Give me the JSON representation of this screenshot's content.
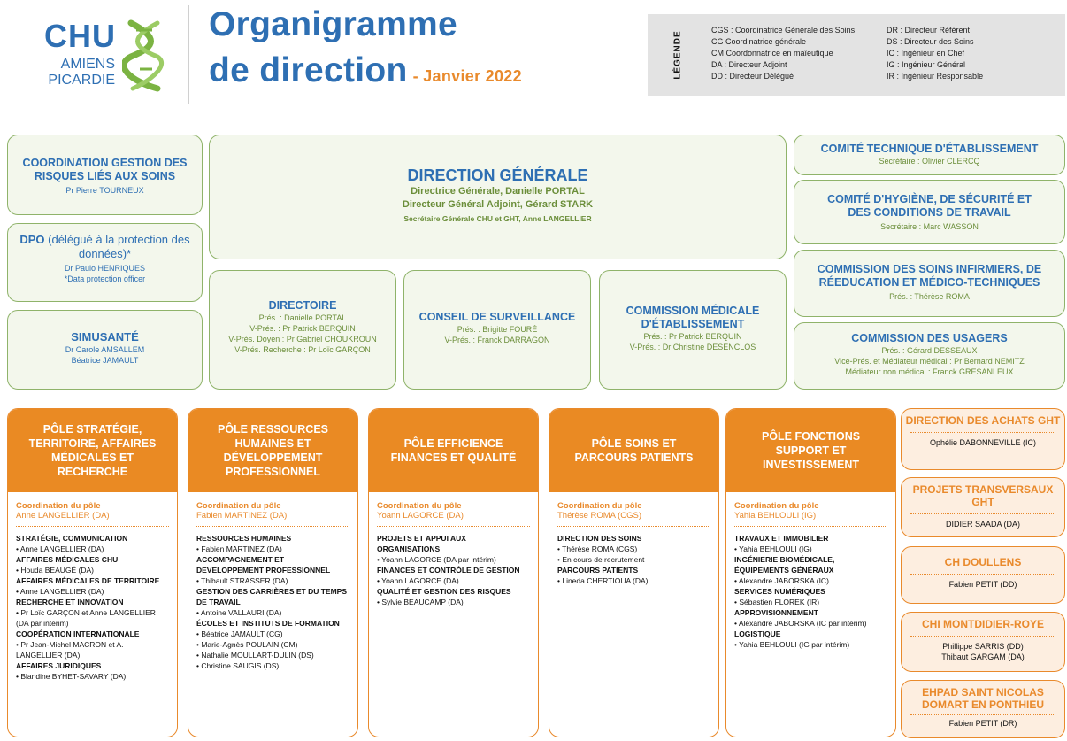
{
  "header": {
    "logo_chu": "CHU",
    "logo_amiens": "AMIENS",
    "logo_picardie": "PICARDIE",
    "title_line1": "Organigramme",
    "title_line2": "de direction",
    "date": "- Janvier 2022"
  },
  "legend": {
    "tag": "LÉGENDE",
    "col1": [
      "CGS : Coordinatrice Générale des Soins",
      "CG Coordinatrice générale",
      "CM Coordonnatrice en maïeutique",
      "DA : Directeur Adjoint",
      "DD : Directeur Délégué"
    ],
    "col2": [
      "DR : Directeur Référent",
      "DS : Directeur des Soins",
      "IC : Ingénieur en Chef",
      "IG : Ingénieur Général",
      "IR : Ingénieur Responsable"
    ]
  },
  "colors": {
    "blue": "#2e6fb3",
    "green_border": "#8fb36a",
    "green_fill": "#f3f7ec",
    "orange": "#ea8a23",
    "orange_light": "#fdeee0"
  },
  "governance": {
    "coordination": {
      "title": "COORDINATION GESTION DES RISQUES LIÉS AUX SOINS",
      "name": "Pr Pierre TOURNEUX"
    },
    "dpo": {
      "title_bold": "DPO",
      "title_rest": " (délégué à la protection des données)*",
      "name": "Dr Paulo HENRIQUES",
      "note": "*Data protection officer"
    },
    "simusante": {
      "title": "SIMUSANTÉ",
      "names": [
        "Dr Carole AMSALLEM",
        "Béatrice JAMAULT"
      ]
    },
    "direction": {
      "title": "DIRECTION GÉNÉRALE",
      "lines": [
        "Directrice Générale, Danielle PORTAL",
        "Directeur Général Adjoint, Gérard STARK"
      ],
      "secretary": "Secrétaire Générale CHU et GHT, Anne LANGELLIER"
    },
    "directoire": {
      "title": "DIRECTOIRE",
      "lines": [
        "Prés. : Danielle PORTAL",
        "V-Prés. : Pr Patrick BERQUIN",
        "V-Prés. Doyen : Pr Gabriel CHOUKROUN",
        "V-Prés. Recherche : Pr Loïc GARÇON"
      ]
    },
    "conseil": {
      "title": "CONSEIL DE SURVEILLANCE",
      "lines": [
        "Prés. : Brigitte FOURÉ",
        "V-Prés. : Franck DARRAGON"
      ]
    },
    "cme": {
      "title": "COMMISSION MÉDICALE D'ÉTABLISSEMENT",
      "lines": [
        "Prés. : Pr Patrick BERQUIN",
        "V-Prés. : Dr Christine DESENCLOS"
      ]
    },
    "cte": {
      "title": "COMITÉ TECHNIQUE D'ÉTABLISSEMENT",
      "lines": [
        "Secrétaire : Olivier CLERCQ"
      ]
    },
    "chsct": {
      "title": "COMITÉ D'HYGIÈNE, DE SÉCURITÉ ET DES CONDITIONS DE TRAVAIL",
      "lines": [
        "Secrétaire : Marc WASSON"
      ]
    },
    "csirmt": {
      "title": "COMMISSION DES SOINS INFIRMIERS, DE RÉEDUCATION ET MÉDICO-TECHNIQUES",
      "lines": [
        "Prés. : Thérèse ROMA"
      ]
    },
    "cdu": {
      "title": "COMMISSION DES USAGERS",
      "lines": [
        "Prés. : Gérard DESSEAUX",
        "Vice-Prés. et Médiateur médical : Pr Bernard NEMITZ",
        "Médiateur non médical : Franck GRESANLEUX"
      ]
    }
  },
  "poles": [
    {
      "title": "PÔLE STRATÉGIE, TERRITOIRE, AFFAIRES MÉDICALES ET RECHERCHE",
      "coord_label": "Coordination du pôle",
      "coord_name": "Anne LANGELLIER (DA)",
      "entries": [
        {
          "h": true,
          "t": "STRATÉGIE, COMMUNICATION"
        },
        {
          "h": false,
          "t": "• Anne LANGELLIER (DA)"
        },
        {
          "h": true,
          "t": "AFFAIRES MÉDICALES CHU"
        },
        {
          "h": false,
          "t": "• Houda BEAUGÉ (DA)"
        },
        {
          "h": true,
          "t": "AFFAIRES MÉDICALES DE TERRITOIRE"
        },
        {
          "h": false,
          "t": "• Anne LANGELLIER (DA)"
        },
        {
          "h": true,
          "t": "RECHERCHE ET INNOVATION"
        },
        {
          "h": false,
          "t": "• Pr Loïc GARÇON et Anne LANGELLIER (DA par intérim)"
        },
        {
          "h": true,
          "t": "COOPÉRATION INTERNATIONALE"
        },
        {
          "h": false,
          "t": "• Pr Jean-Michel MACRON et A. LANGELLIER (DA)"
        },
        {
          "h": true,
          "t": "AFFAIRES JURIDIQUES"
        },
        {
          "h": false,
          "t": "• Blandine BYHET-SAVARY (DA)"
        }
      ]
    },
    {
      "title": "PÔLE RESSOURCES HUMAINES ET DÉVELOPPEMENT PROFESSIONNEL",
      "coord_label": "Coordination du pôle",
      "coord_name": "Fabien MARTINEZ (DA)",
      "entries": [
        {
          "h": true,
          "t": "RESSOURCES HUMAINES"
        },
        {
          "h": false,
          "t": "• Fabien MARTINEZ (DA)"
        },
        {
          "h": true,
          "t": "ACCOMPAGNEMENT ET DEVELOPPEMENT PROFESSIONNEL"
        },
        {
          "h": false,
          "t": "• Thibault STRASSER (DA)"
        },
        {
          "h": true,
          "t": "GESTION DES CARRIÈRES ET DU TEMPS DE TRAVAIL"
        },
        {
          "h": false,
          "t": "• Antoine VALLAURI (DA)"
        },
        {
          "h": true,
          "t": "ÉCOLES ET INSTITUTS DE FORMATION"
        },
        {
          "h": false,
          "t": "• Béatrice JAMAULT (CG)"
        },
        {
          "h": false,
          "t": "• Marie-Agnès POULAIN (CM)"
        },
        {
          "h": false,
          "t": "• Nathalie MOULLART-DULIN (DS)"
        },
        {
          "h": false,
          "t": "• Christine SAUGIS (DS)"
        }
      ]
    },
    {
      "title": "PÔLE EFFICIENCE FINANCES ET QUALITÉ",
      "coord_label": "Coordination du pôle",
      "coord_name": "Yoann LAGORCE (DA)",
      "entries": [
        {
          "h": true,
          "t": "PROJETS ET APPUI AUX ORGANISATIONS"
        },
        {
          "h": false,
          "t": "• Yoann LAGORCE (DA par intérim)"
        },
        {
          "h": true,
          "t": "FINANCES ET CONTRÔLE DE GESTION"
        },
        {
          "h": false,
          "t": "• Yoann LAGORCE (DA)"
        },
        {
          "h": true,
          "t": "QUALITÉ ET GESTION DES RISQUES"
        },
        {
          "h": false,
          "t": "• Sylvie BEAUCAMP (DA)"
        }
      ]
    },
    {
      "title": "PÔLE SOINS ET PARCOURS PATIENTS",
      "coord_label": "Coordination du pôle",
      "coord_name": "Thérèse ROMA (CGS)",
      "entries": [
        {
          "h": true,
          "t": "DIRECTION DES SOINS"
        },
        {
          "h": false,
          "t": "• Thérèse ROMA (CGS)"
        },
        {
          "h": false,
          "t": "• En cours de recrutement"
        },
        {
          "h": true,
          "t": "PARCOURS PATIENTS"
        },
        {
          "h": false,
          "t": "• Lineda CHERTIOUA (DA)"
        }
      ]
    },
    {
      "title": "PÔLE FONCTIONS SUPPORT ET INVESTISSEMENT",
      "coord_label": "Coordination du pôle",
      "coord_name": "Yahia BEHLOULI (IG)",
      "entries": [
        {
          "h": true,
          "t": "TRAVAUX ET IMMOBILIER"
        },
        {
          "h": false,
          "t": "• Yahia BEHLOULI (IG)"
        },
        {
          "h": true,
          "t": "INGÉNIERIE BIOMÉDICALE, ÉQUIPEMENTS GÉNÉRAUX"
        },
        {
          "h": false,
          "t": "• Alexandre JABORSKA (IC)"
        },
        {
          "h": true,
          "t": "SERVICES NUMÉRIQUES"
        },
        {
          "h": false,
          "t": "• Sébastien FLOREK (IR)"
        },
        {
          "h": true,
          "t": "APPROVISIONNEMENT"
        },
        {
          "h": false,
          "t": "• Alexandre JABORSKA (IC par intérim)"
        },
        {
          "h": true,
          "t": "LOGISTIQUE"
        },
        {
          "h": false,
          "t": "• Yahia BEHLOULI (IG par intérim)"
        }
      ]
    }
  ],
  "right_boxes": [
    {
      "title": "DIRECTION DES ACHATS GHT",
      "names": [
        "Ophélie DABONNEVILLE (IC)"
      ]
    },
    {
      "title": "PROJETS TRANSVERSAUX GHT",
      "names": [
        "DIDIER SAADA (DA)"
      ]
    },
    {
      "title": "CH DOULLENS",
      "names": [
        "Fabien PETIT (DD)"
      ]
    },
    {
      "title": "CHI MONTDIDIER-ROYE",
      "names": [
        "Phillippe SARRIS (DD)",
        "Thibaut GARGAM (DA)"
      ]
    },
    {
      "title": "EHPAD SAINT NICOLAS DOMART EN PONTHIEU",
      "names": [
        "Fabien PETIT (DR)"
      ]
    }
  ]
}
